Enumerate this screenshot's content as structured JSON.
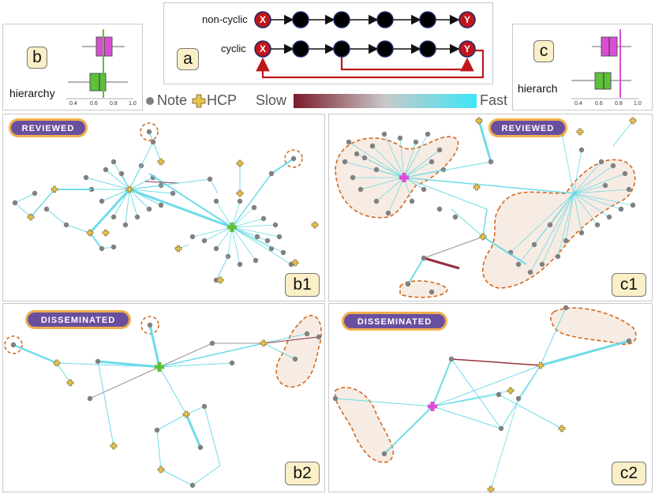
{
  "panel_a": {
    "tag": "a",
    "rows": [
      {
        "label": "non-cyclic",
        "start": "X",
        "end": "Y"
      },
      {
        "label": "cyclic",
        "start": "X",
        "end": "Y"
      }
    ]
  },
  "panel_b": {
    "tag": "b",
    "label": "hierarchy",
    "ticks": [
      "0.4",
      "0.6",
      "0.8",
      "1.0"
    ]
  },
  "panel_c": {
    "tag": "c",
    "label": "hierarch",
    "ticks": [
      "0.4",
      "0.6",
      "0.8",
      "1.0"
    ]
  },
  "legend": {
    "note": "Note",
    "hcp": "HCP",
    "slow": "Slow",
    "fast": "Fast",
    "colors": {
      "slow": "#7a1b2a",
      "fast": "#3ee6f5",
      "note": "#808080",
      "hcp": "#e8c24a"
    }
  },
  "panels": [
    {
      "id": "b1",
      "tag": "b1",
      "badge": "REVIEWED"
    },
    {
      "id": "c1",
      "tag": "c1",
      "badge": "REVIEWED"
    },
    {
      "id": "b2",
      "tag": "b2",
      "badge": "DISSEMINATED"
    },
    {
      "id": "c2",
      "tag": "c2",
      "badge": "DISSEMINATED"
    }
  ],
  "colors": {
    "magenta": "#d94fd4",
    "green": "#5ec03a",
    "cyan": "#5fd8e6",
    "dark_red": "#8b1a2a",
    "hull": "#f7ece4",
    "hull_border": "#d2691e",
    "arrow_red": "#c0161b"
  }
}
